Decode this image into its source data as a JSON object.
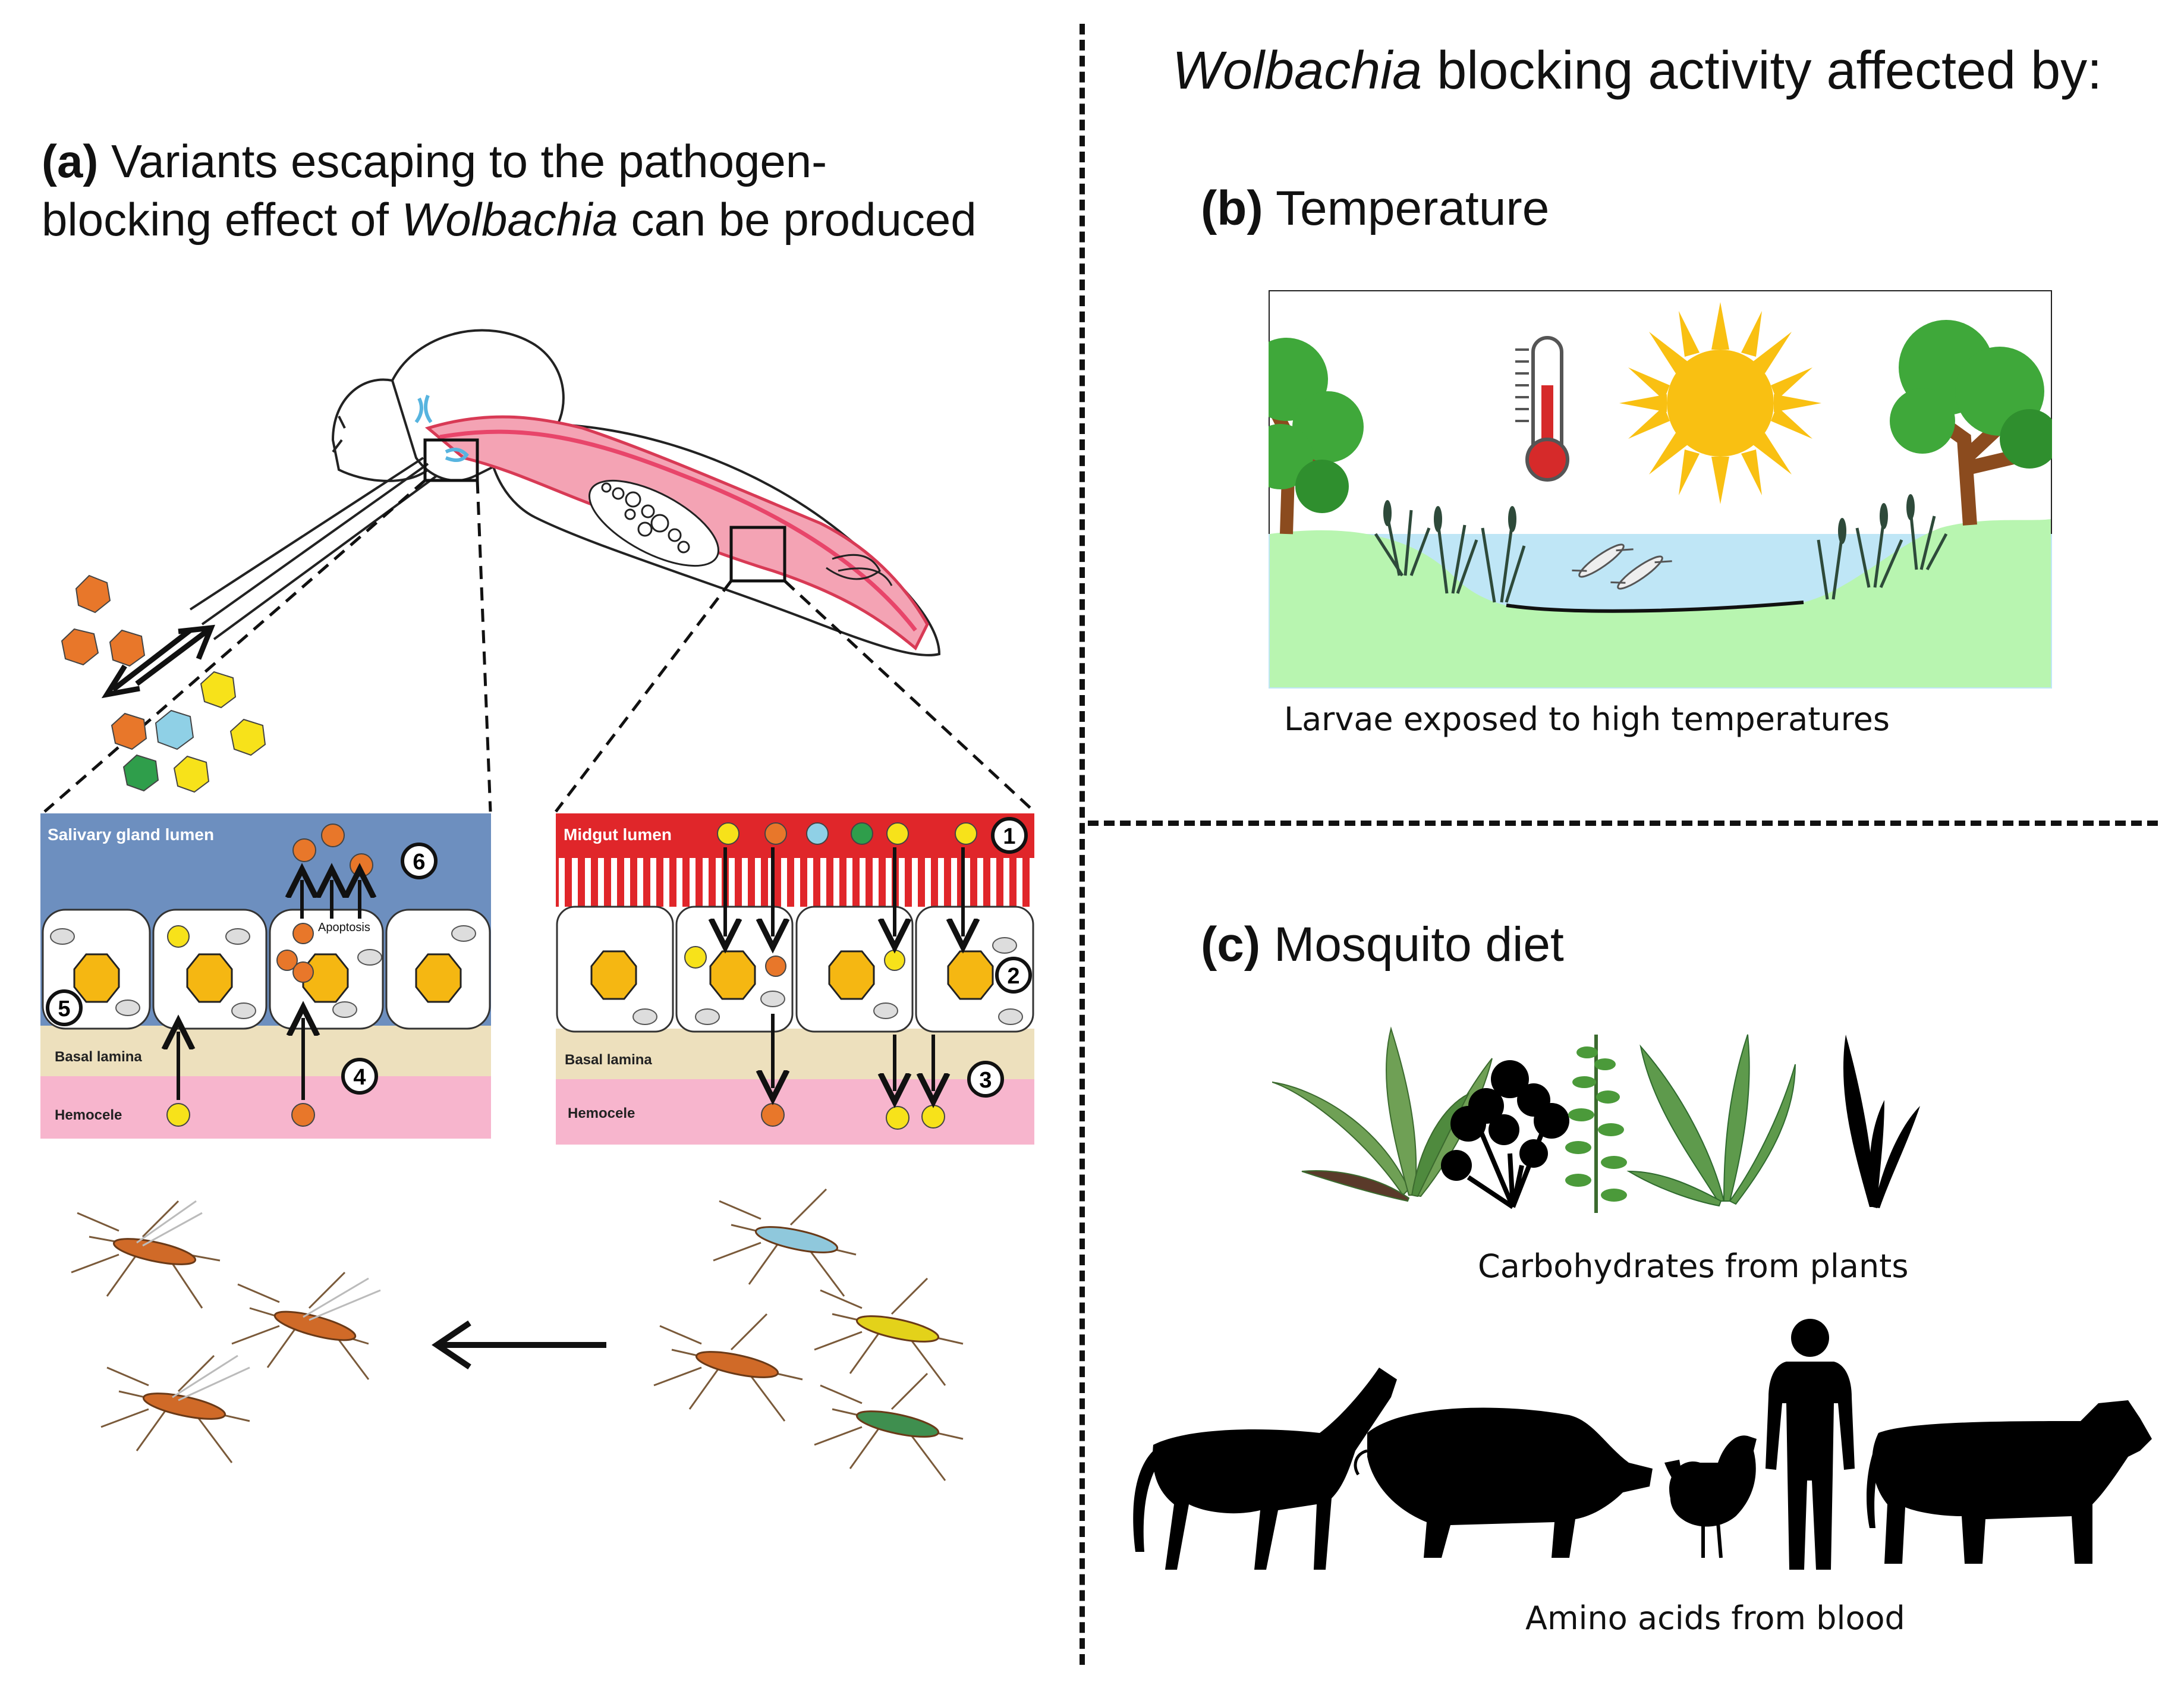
{
  "header": {
    "right_title_italic": "Wolbachia",
    "right_title_rest": " blocking activity affected by:"
  },
  "panel_a": {
    "letter": "(a)",
    "line1": "Variants escaping to the pathogen-",
    "line2_pre": "blocking effect of ",
    "line2_italic": "Wolbachia",
    "line2_post": " can be produced",
    "salivary": {
      "lumen_label": "Salivary gland lumen",
      "apoptosis_label": "Apoptosis",
      "basal_label": "Basal lamina",
      "hemocele_label": "Hemocele",
      "markers": [
        "6",
        "5",
        "4"
      ]
    },
    "midgut": {
      "lumen_label": "Midgut lumen",
      "basal_label": "Basal lamina",
      "hemocele_label": "Hemocele",
      "markers": [
        "1",
        "2",
        "3"
      ]
    }
  },
  "panel_b": {
    "letter": "(b)",
    "title": "Temperature",
    "caption": "Larvae exposed to high temperatures"
  },
  "panel_c": {
    "letter": "(c)",
    "title": "Mosquito diet",
    "plants_caption": "Carbohydrates from plants",
    "blood_caption": "Amino acids from blood"
  },
  "colors": {
    "orange": "#e8772a",
    "yellow": "#f7e21a",
    "light_blue": "#8fd0e6",
    "green": "#2f9e4b",
    "salivary_lumen": "#6d8fbf",
    "midgut_lumen": "#e0262a",
    "basal_lamina": "#ede0bd",
    "hemocele": "#f7b5cd",
    "nucleus": "#f5b712",
    "pond_water": "#bfe6f6",
    "grass": "#b8f5b0",
    "sun": "#f9c012"
  }
}
